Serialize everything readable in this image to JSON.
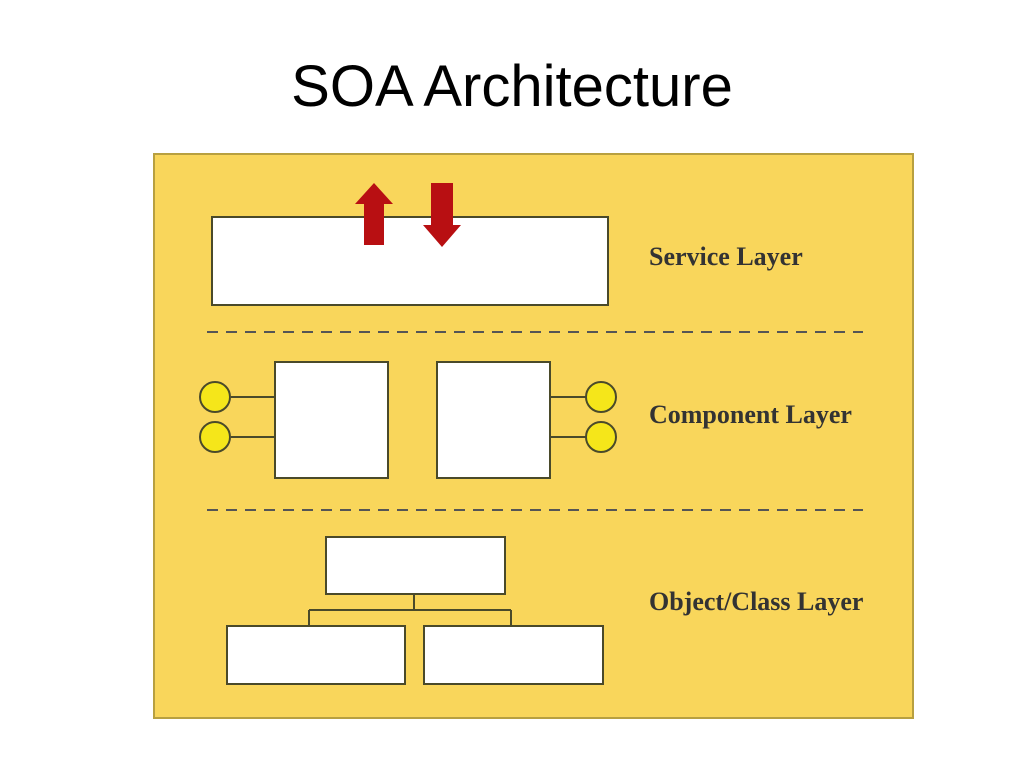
{
  "title": "SOA Architecture",
  "colors": {
    "panel_background": "#f9d65b",
    "box_fill": "#ffffff",
    "box_stroke": "#4a4a2a",
    "arrow": "#b80f12",
    "interface_circle": "#f5e61a",
    "dashed_line": "#555555"
  },
  "layers": [
    {
      "label": "Service Layer"
    },
    {
      "label": "Component Layer"
    },
    {
      "label": "Object/Class Layer"
    }
  ],
  "icons": [
    "arrow-up-icon",
    "arrow-down-icon"
  ]
}
